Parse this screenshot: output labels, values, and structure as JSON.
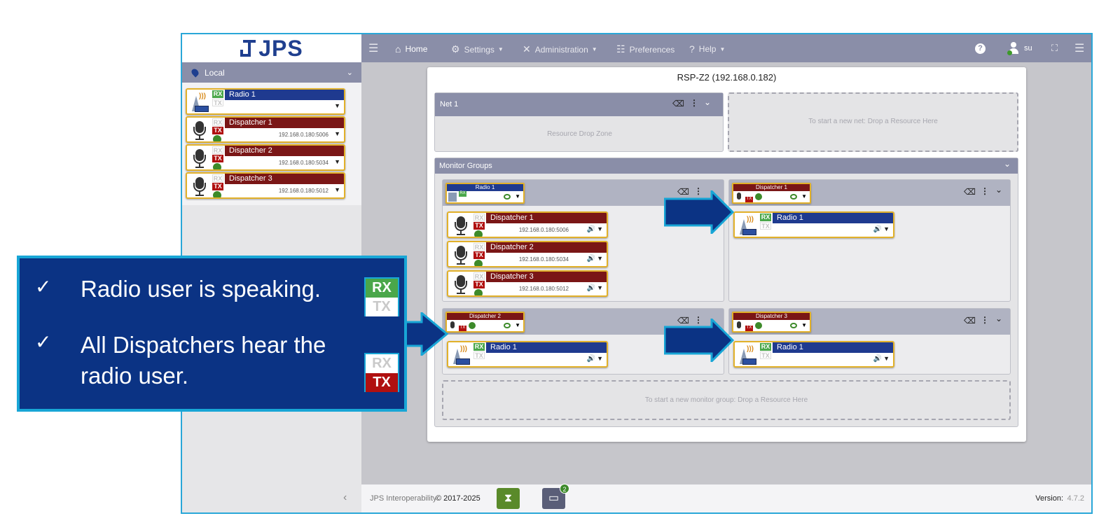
{
  "brand": {
    "name": "JPS"
  },
  "site": {
    "label": "Local"
  },
  "resources": [
    {
      "name": "Radio 1",
      "type": "radio",
      "ip": "",
      "rx": "RX",
      "tx": "TX"
    },
    {
      "name": "Dispatcher 1",
      "type": "dispatcher",
      "ip": "192.168.0.180:5006",
      "rx": "RX",
      "tx": "TX"
    },
    {
      "name": "Dispatcher 2",
      "type": "dispatcher",
      "ip": "192.168.0.180:5034",
      "rx": "RX",
      "tx": "TX"
    },
    {
      "name": "Dispatcher 3",
      "type": "dispatcher",
      "ip": "192.168.0.180:5012",
      "rx": "RX",
      "tx": "TX"
    }
  ],
  "nav": {
    "home": "Home",
    "settings": "Settings",
    "administration": "Administration",
    "preferences": "Preferences",
    "help": "Help",
    "help_badge": "?",
    "user": "su"
  },
  "panel": {
    "title": "RSP-Z2 (192.168.0.182)",
    "net": {
      "name": "Net 1",
      "drop_zone": "Resource Drop Zone"
    },
    "new_net_hint": "To start a new net: Drop a Resource Here",
    "monitor_groups": {
      "title": "Monitor Groups",
      "groups": [
        {
          "head": "Radio 1",
          "members": [
            {
              "name": "Dispatcher 1",
              "ip": "192.168.0.180:5006"
            },
            {
              "name": "Dispatcher 2",
              "ip": "192.168.0.180:5034"
            },
            {
              "name": "Dispatcher 3",
              "ip": "192.168.0.180:5012"
            }
          ]
        },
        {
          "head": "Dispatcher 1",
          "members": [
            {
              "name": "Radio 1"
            }
          ]
        },
        {
          "head": "Dispatcher 2",
          "members": [
            {
              "name": "Radio 1"
            }
          ]
        },
        {
          "head": "Dispatcher 3",
          "members": [
            {
              "name": "Radio 1"
            }
          ]
        }
      ],
      "new_group_hint": "To start a new monitor group: Drop a Resource Here"
    }
  },
  "footer": {
    "company": "JPS Interoperability",
    "copyright": "© 2017-2025",
    "version_label": "Version:",
    "version": "4.7.2",
    "badge_count": "2"
  },
  "callout": {
    "check": "✓",
    "line1": "Radio user is speaking.",
    "line2a": "All Dispatchers hear the",
    "line2b": "radio user.",
    "rx": "RX",
    "tx": "TX"
  },
  "colors": {
    "nav_bg": "#8a8ea8",
    "callout_bg": "#0b3384",
    "callout_border": "#18a6d6",
    "rx_active": "#4aa74a",
    "tx_active": "#b01010",
    "radio_name_bg": "#1f3a8f",
    "dispatcher_name_bg": "#7a1616",
    "card_border": "#e2b12a"
  },
  "icons": [
    "hamburger-icon",
    "home-icon",
    "gear-icon",
    "tools-icon",
    "sliders-icon",
    "question-icon",
    "user-icon",
    "fullscreen-icon",
    "menu-icon",
    "eraser-icon",
    "kebab-icon",
    "chevron-down-icon",
    "speaker-icon",
    "microphone-icon",
    "radio-tower-icon",
    "eye-icon",
    "hourglass-icon",
    "devices-icon",
    "map-pin-icon",
    "chevron-left-icon",
    "arrow-right-icon"
  ]
}
